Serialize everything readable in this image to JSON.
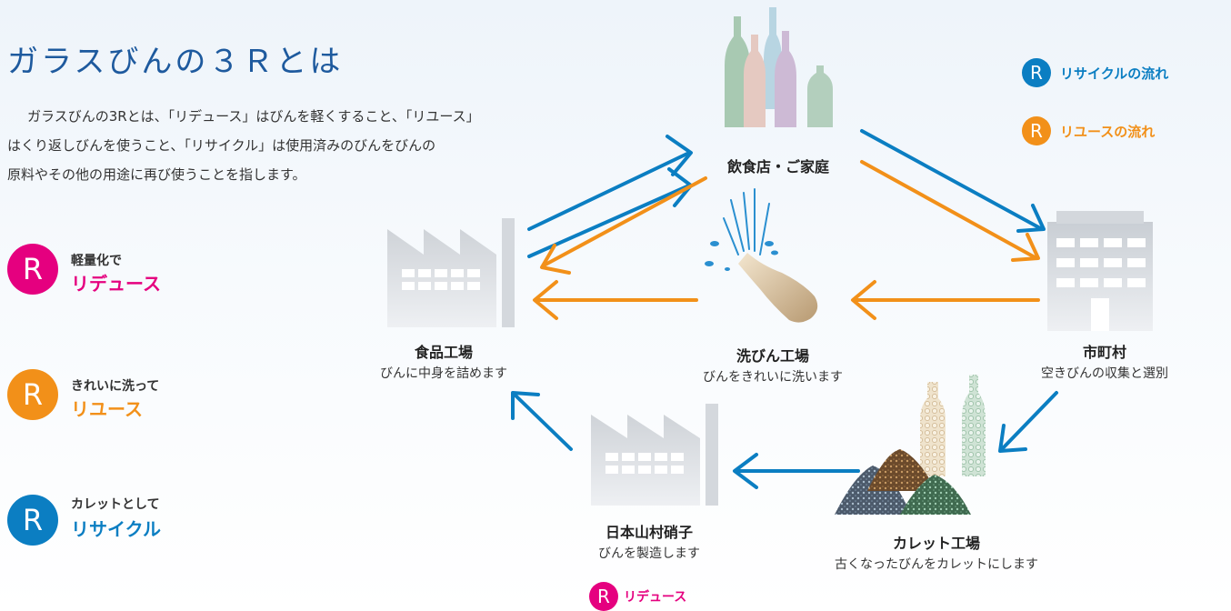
{
  "title": "ガラスびんの３Ｒとは",
  "intro": [
    "ガラスびんの3Rとは、「リデュース」はびんを軽くすること、「リユース」",
    "はくり返しびんを使うこと、「リサイクル」は使用済みのびんをびんの",
    "原料やその他の用途に再び使うことを指します。"
  ],
  "badge_letter": "R",
  "threeR": [
    {
      "sub": "軽量化で",
      "main": "リデュース",
      "color": "#e5007f"
    },
    {
      "sub": "きれいに洗って",
      "main": "リユース",
      "color": "#f29019"
    },
    {
      "sub": "カレットとして",
      "main": "リサイクル",
      "color": "#0b7ec2"
    }
  ],
  "legend": [
    {
      "label": "リサイクルの流れ",
      "color": "#0b7ec2"
    },
    {
      "label": "リユースの流れ",
      "color": "#f29019"
    }
  ],
  "nodes": {
    "home": {
      "name": "飲食店・ご家庭"
    },
    "city": {
      "name": "市町村",
      "desc": "空きびんの収集と選別"
    },
    "cullet": {
      "name": "カレット工場",
      "desc": "古くなったびんをカレットにします"
    },
    "glassworks": {
      "name": "日本山村硝子",
      "desc": "びんを製造します",
      "badge_label": "リデュース"
    },
    "foodfactory": {
      "name": "食品工場",
      "desc": "びんに中身を詰めます"
    },
    "washer": {
      "name": "洗びん工場",
      "desc": "びんをきれいに洗います"
    }
  }
}
